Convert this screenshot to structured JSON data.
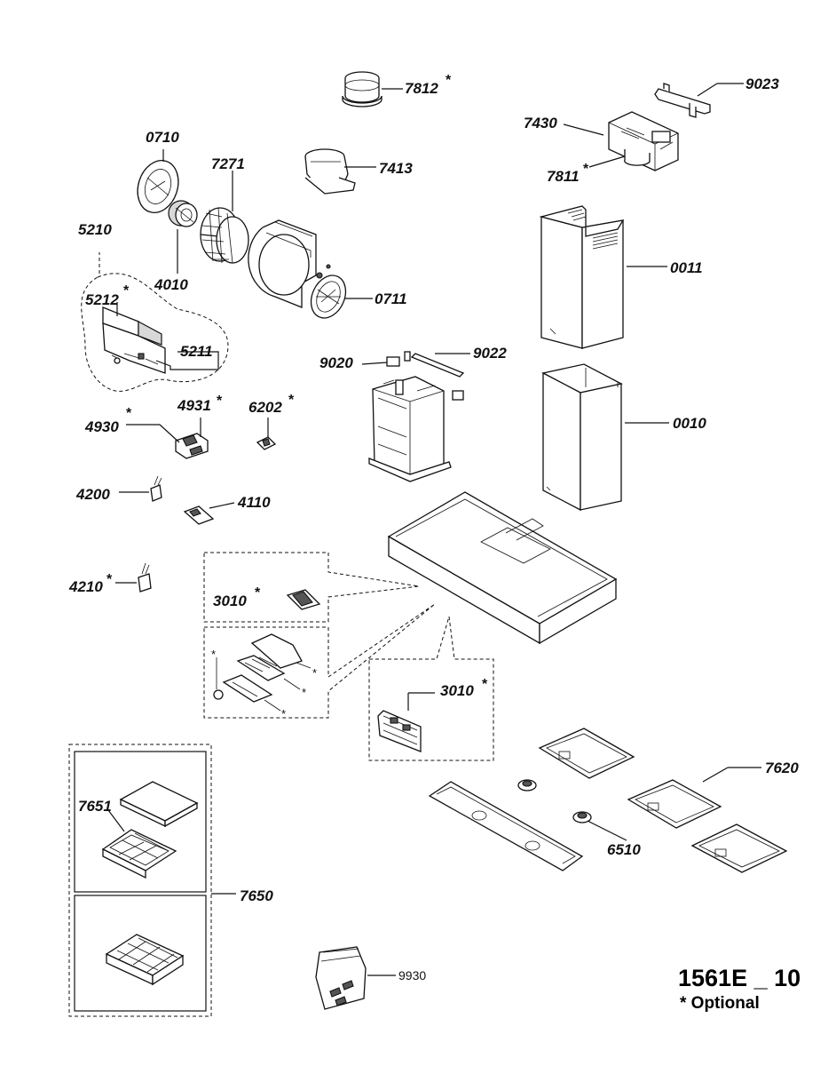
{
  "parts": {
    "p7812": "7812",
    "p9023": "9023",
    "p7430": "7430",
    "p7811": "7811",
    "p0710": "0710",
    "p7271": "7271",
    "p7413": "7413",
    "p5210": "5210",
    "p4010": "4010",
    "p0711": "0711",
    "p0011": "0011",
    "p5212": "5212",
    "p5211": "5211",
    "p9020": "9020",
    "p9022": "9022",
    "p4930": "4930",
    "p4931": "4931",
    "p6202": "6202",
    "p0010": "0010",
    "p4200": "4200",
    "p4110": "4110",
    "p4210": "4210",
    "p3010a": "3010",
    "p3010b": "3010",
    "p7620": "7620",
    "p7651": "7651",
    "p6510": "6510",
    "p7650": "7650",
    "p9930": "9930"
  },
  "optional_marker": "*",
  "footer": {
    "document_id": "1561E _ 10",
    "optional_note": "* Optional"
  }
}
